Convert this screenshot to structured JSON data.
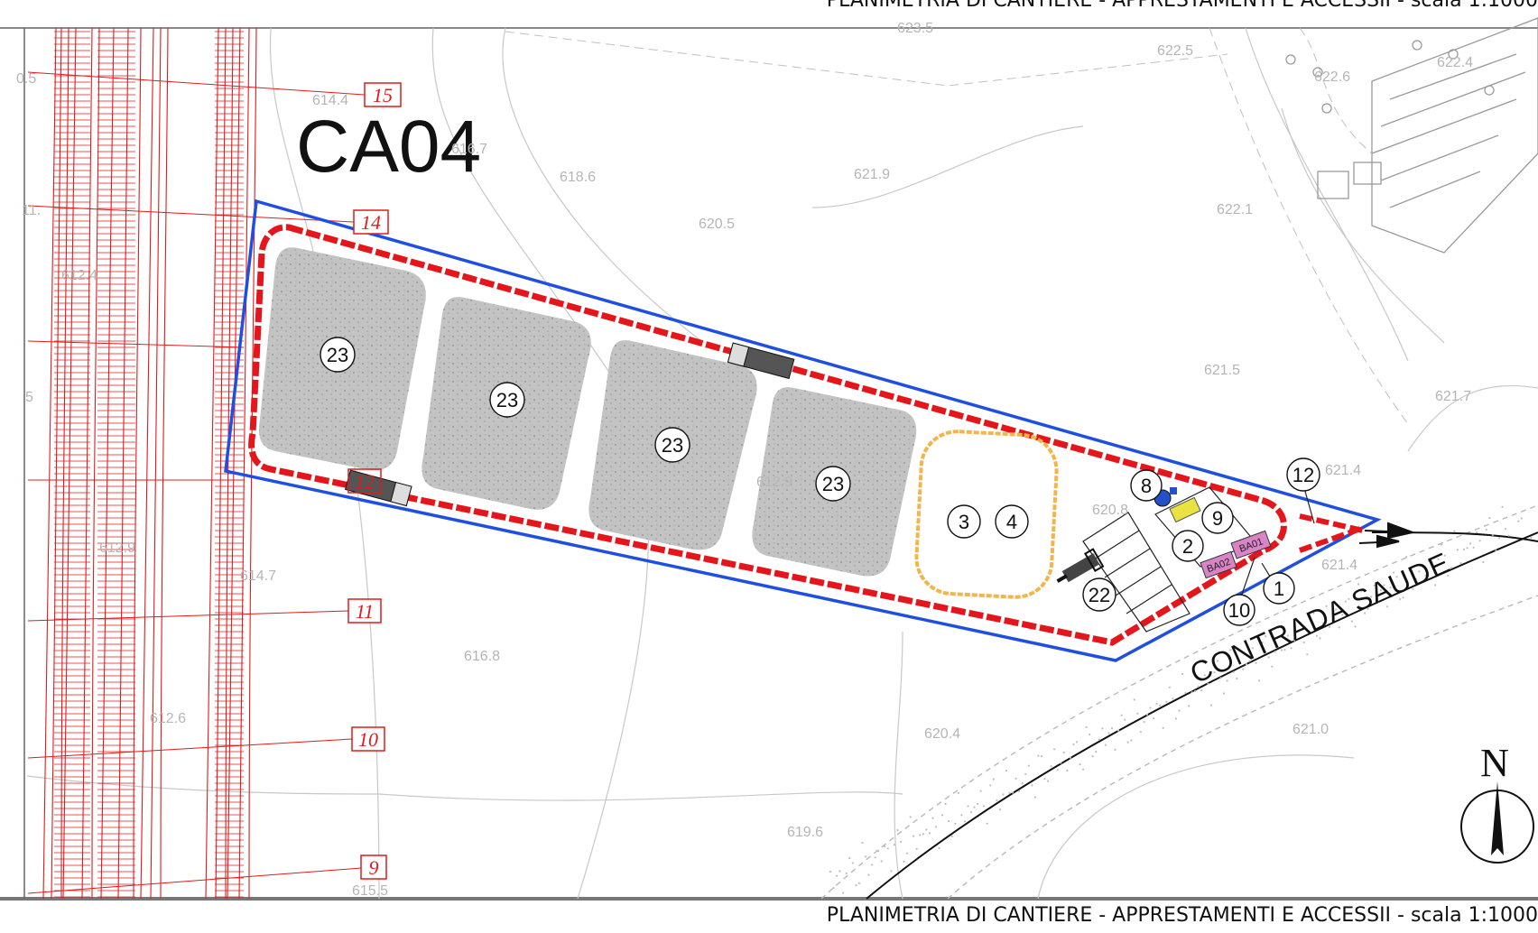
{
  "header": {
    "title": "PLANIMETRIA DI CANTIERE - APPRESTAMENTI E ACCESSII - scala 1:1000"
  },
  "site": {
    "code": "CA04",
    "road_name": "CONTRADA SAUDE",
    "north_label": "N"
  },
  "sections": [
    "15",
    "14",
    "12",
    "11",
    "10",
    "9"
  ],
  "elevations": [
    "622.5",
    "622.6",
    "622.4",
    "614.4",
    "616.7",
    "618.6",
    "621.9",
    "622.1",
    "620.5",
    "621.5",
    "621.7",
    "621.4",
    "620.8",
    "621.4",
    "614.7",
    "612.9",
    "612.4",
    "616.8",
    "612.6",
    "620.4",
    "621.0",
    "619.6",
    "615.5",
    "0.5",
    "11.",
    "5",
    "612.9",
    "623.5"
  ],
  "markers": {
    "stockpile": "23",
    "zone_a": "3",
    "zone_b": "4",
    "m8": "8",
    "m9": "9",
    "m2": "2",
    "m22": "22",
    "m10": "10",
    "m1": "1",
    "m12": "12"
  },
  "badges": {
    "ba01": "BA01",
    "ba02": "BA02"
  },
  "colors": {
    "boundary": "#1f4fe0",
    "fence": "#e4161b",
    "stockpile": "#bfbfbf",
    "zone": "#f3b54a",
    "rail": "#e01b1b",
    "badge": "#d984c6",
    "container": "#e9e240"
  }
}
